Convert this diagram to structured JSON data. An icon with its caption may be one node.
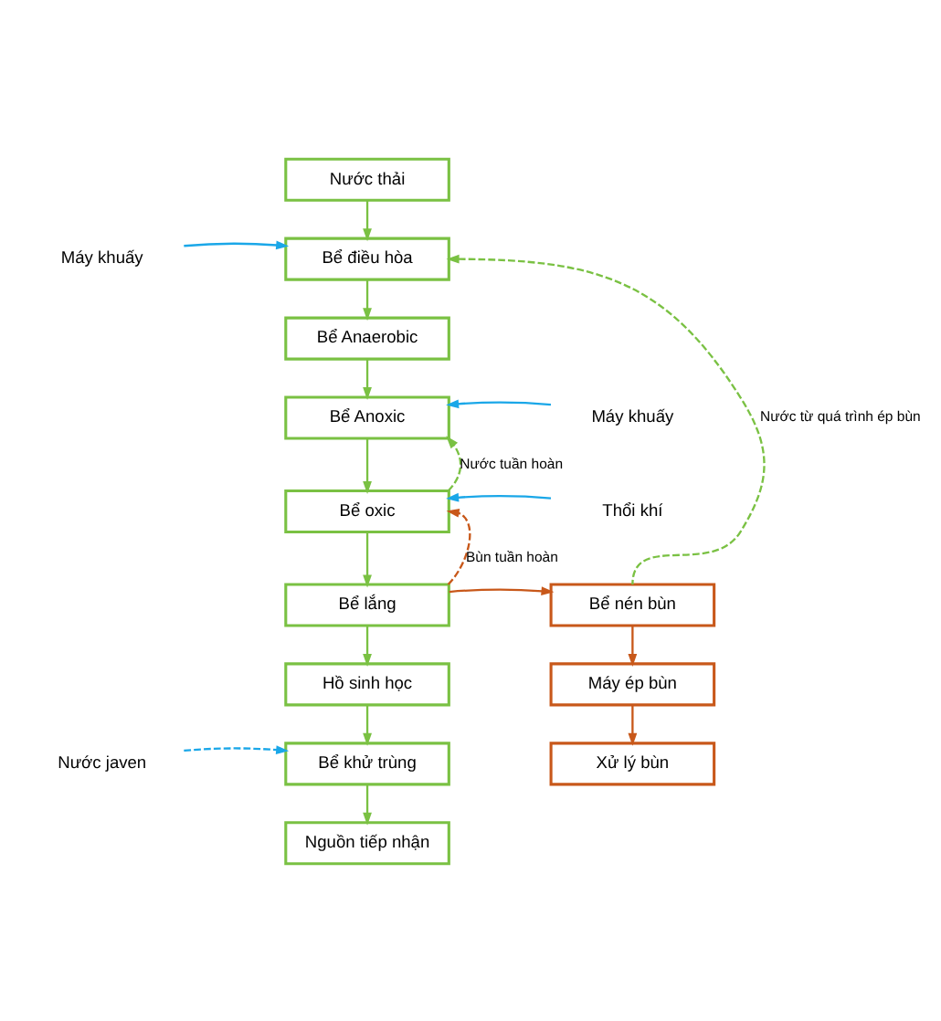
{
  "diagram": {
    "nodes": [
      {
        "text": [
          "Nước thải"
        ]
      },
      {
        "text": [
          "Máy khuấy"
        ]
      },
      {
        "text": [
          "Bể điều hòa"
        ]
      },
      {
        "text": [
          "Bể Anaerobic"
        ]
      },
      {
        "text": [
          "Máy khuấy"
        ]
      },
      {
        "text": [
          "Bể Anoxic"
        ]
      },
      {
        "text": [
          "Thổi khí"
        ]
      },
      {
        "text": [
          "Bể oxic"
        ]
      },
      {
        "text": [
          "Bể lắng"
        ]
      },
      {
        "text": [
          "Hồ sinh học"
        ]
      },
      {
        "text": [
          "Nước javen"
        ]
      },
      {
        "text": [
          "Bể khử trùng"
        ]
      },
      {
        "text": [
          "Nguồn tiếp nhận"
        ]
      },
      {
        "text": [
          "Bể nén bùn"
        ]
      },
      {
        "text": [
          "Máy ép bùn"
        ]
      },
      {
        "text": [
          "Xử lý bùn"
        ]
      }
    ],
    "edges": [
      {
        "from": 0,
        "to": 2,
        "arrow": "to"
      },
      {
        "from": 1,
        "to": 2,
        "arrow": "to",
        "color": "#1aa7e8"
      },
      {
        "from": 2,
        "to": 3,
        "arrow": "to"
      },
      {
        "from": 3,
        "to": 5,
        "arrow": "to"
      },
      {
        "from": 4,
        "to": 5,
        "arrow": "to",
        "color": "#1aa7e8"
      },
      {
        "from": 5,
        "to": 7,
        "arrow": "to"
      },
      {
        "from": 7,
        "to": 5,
        "arrow": "to",
        "style": "dashed",
        "label": "Nước tuần hoàn"
      },
      {
        "from": 6,
        "to": 7,
        "arrow": "to",
        "color": "#1aa7e8"
      },
      {
        "from": 7,
        "to": 8,
        "arrow": "to"
      },
      {
        "from": 8,
        "to": 13,
        "arrow": "to",
        "color": "#c8581a"
      },
      {
        "from": 8,
        "to": 7,
        "arrow": "to",
        "style": "dashed",
        "color": "#c8581a",
        "label": "Bùn tuần hoàn"
      },
      {
        "from": 13,
        "to": 2,
        "arrow": "to",
        "style": "dashed",
        "label": "Nước từ quá trình ép bùn"
      },
      {
        "from": 8,
        "to": 9,
        "arrow": "to"
      },
      {
        "from": 9,
        "to": 11,
        "arrow": "to"
      },
      {
        "from": 10,
        "to": 11,
        "arrow": "to",
        "style": "dashed",
        "color": "#1aa7e8"
      },
      {
        "from": 11,
        "to": 12,
        "arrow": "to"
      },
      {
        "from": 13,
        "to": 14,
        "arrow": "to",
        "color": "#c8581a"
      },
      {
        "from": 14,
        "to": 15,
        "arrow": "to",
        "color": "#c8581a"
      }
    ]
  }
}
